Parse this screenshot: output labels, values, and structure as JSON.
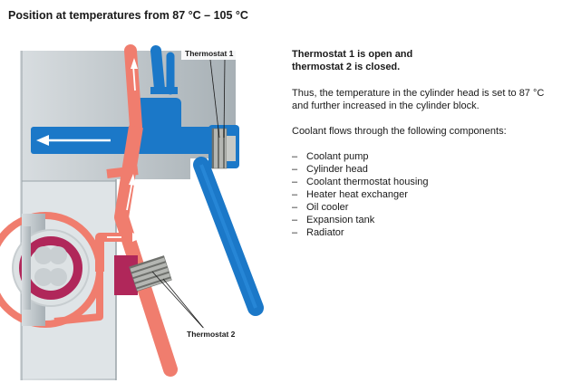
{
  "title": "Position at temperatures from 87 °C – 105 °C",
  "diagram": {
    "thermostat1_label": "Thermostat 1",
    "thermostat2_label": "Thermostat 2",
    "colors": {
      "hot_coolant": "#f07d6e",
      "cold_coolant": "#1b78c8",
      "engine_block": "#b8c0c4",
      "bypass": "#b0275a",
      "thermostat_element": "#a9aba7"
    }
  },
  "text": {
    "heading_line1": "Thermostat 1 is open and",
    "heading_line2": "thermostat 2 is closed.",
    "paragraph1": "Thus, the temperature in the cylinder head is set to 87 °C and further increased in the cylinder block.",
    "paragraph2": "Coolant flows through the following components:",
    "dash": "–",
    "components": [
      "Coolant pump",
      "Cylinder head",
      "Coolant thermostat housing",
      "Heater heat exchanger",
      "Oil cooler",
      "Expansion tank",
      "Radiator"
    ]
  }
}
